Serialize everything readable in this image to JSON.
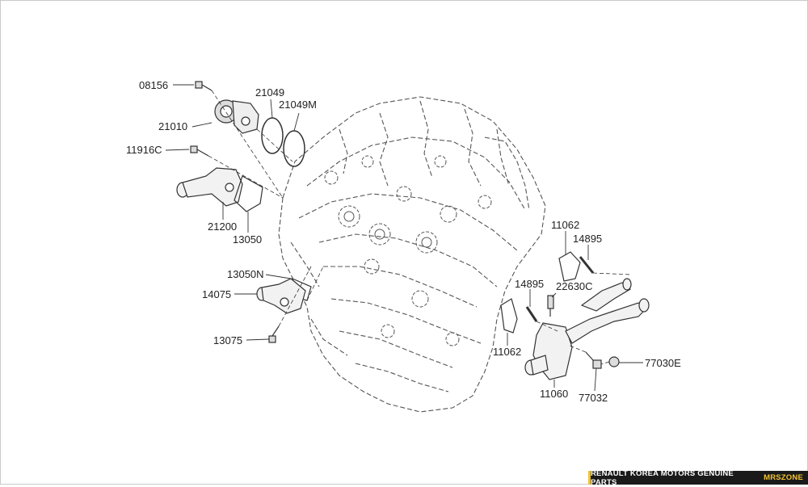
{
  "colors": {
    "line": "#333333",
    "engine": "#555555",
    "accent": "#f1c232",
    "footer_bg": "#1a1a1a"
  },
  "labels": {
    "p08156": "08156",
    "p21010": "21010",
    "p21049": "21049",
    "p21049m": "21049M",
    "p11916c": "11916C",
    "p21200": "21200",
    "p13050": "13050",
    "p13050n": "13050N",
    "p14075": "14075",
    "p13075": "13075",
    "p11062a": "11062",
    "p14895a": "14895",
    "p14895b": "14895",
    "p22630c": "22630C",
    "p11062b": "11062",
    "p11060": "11060",
    "p77032": "77032",
    "p77030e": "77030E"
  },
  "footer": {
    "text": "RENAULT KOREA MOTORS GENUINE PARTS",
    "brand": "MRSZONE"
  }
}
